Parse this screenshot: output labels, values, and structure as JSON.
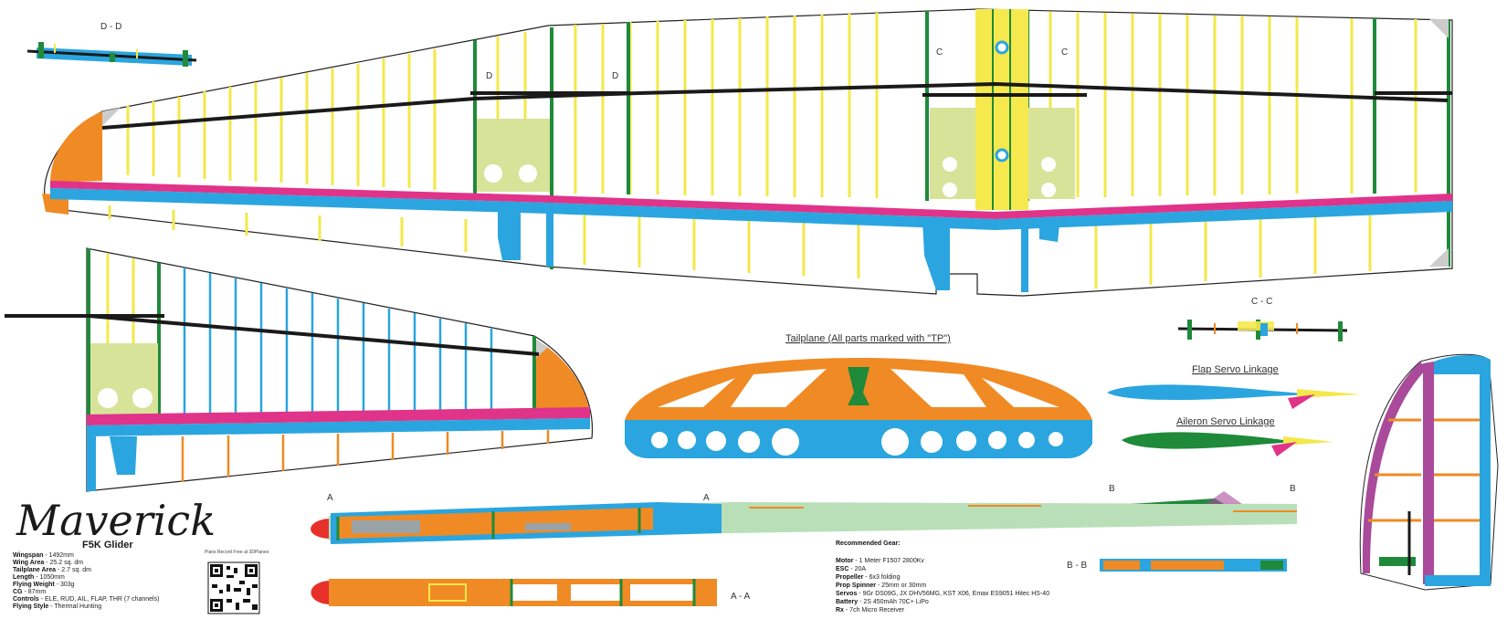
{
  "colors": {
    "spar_black": "#1a1a1a",
    "rib_yellow": "#f3e84a",
    "rib_blue": "#2aa5df",
    "rib_green": "#1f8a3a",
    "leading_edge_magenta": "#e0338a",
    "trailing_edge_blue": "#2aa5df",
    "tip_orange": "#f08a24",
    "plate_lime": "#d8e39a",
    "center_yellow": "#f6e94e",
    "tail_purple": "#a94a9a",
    "fuselage_green": "#b9dfb9",
    "nose_red": "#e8302a"
  },
  "sections": {
    "dd": "D - D",
    "cc": "C - C",
    "bb": "B - B",
    "aa": "A - A",
    "d_mark": "D",
    "c_mark": "C",
    "a_mark": "A",
    "b_mark": "B"
  },
  "titles": {
    "tailplane": "Tailplane (All parts marked with \"TP\")",
    "flap_linkage": "Flap Servo Linkage",
    "aileron_linkage": "Aileron Servo Linkage"
  },
  "branding": {
    "logo": "Maverick",
    "subtitle": "F5K Glider"
  },
  "specs": [
    {
      "label": "Wingspan",
      "value": " - 1492mm"
    },
    {
      "label": "Wing Area",
      "value": " - 25.2 sq. dm"
    },
    {
      "label": "Tailplane Area",
      "value": " - 2.7 sq. dm"
    },
    {
      "label": "Length",
      "value": " - 1050mm"
    },
    {
      "label": "Flying Weight",
      "value": " - 303g"
    },
    {
      "label": "CG",
      "value": " - 87mm"
    },
    {
      "label": "Controls",
      "value": " - ELE, RUD, AIL, FLAP, THR (7 channels)"
    },
    {
      "label": "Flying Style",
      "value": " - Thermal Hunting"
    }
  ],
  "gear": {
    "title": "Recommended Gear:",
    "items": [
      {
        "label": "Motor",
        "value": " - 1 Meter F1507 2800Kv"
      },
      {
        "label": "ESC",
        "value": " - 20A"
      },
      {
        "label": "Propeller",
        "value": " - 6x3 folding"
      },
      {
        "label": "Prop Spinner",
        "value": " - 25mm or 30mm"
      },
      {
        "label": "Servos",
        "value": " - 9Gr DS09G, JX DHV56MG, KST X06, Emax ES9051 Hitec HS-40"
      },
      {
        "label": "Battery",
        "value": " - 2S 450mAh 70C+ LiPo"
      },
      {
        "label": "Rx",
        "value": " - 7ch Micro Receiver"
      }
    ]
  },
  "qr": {
    "caption": "Plans Record Free at 3DPlanes"
  }
}
